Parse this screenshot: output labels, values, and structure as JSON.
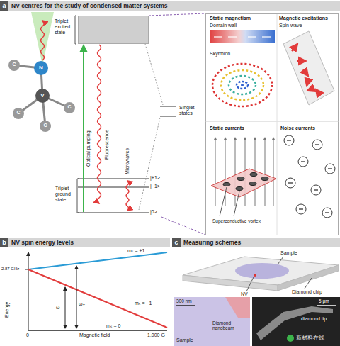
{
  "diagram": {
    "nodes": [
      {
        "text": [
          "NV centres for the study of condensed matter systems"
        ]
      },
      {
        "text": [
          "Triplet excited state"
        ]
      },
      {
        "text": [
          "NV spin energy levels"
        ]
      },
      {
        "text": [
          "Measuring schemes"
        ]
      }
    ],
    "labels": [
      "a",
      "Triplet ground state",
      "Optical pumping",
      "Fluorescence",
      "Microwaves",
      "Singlet states",
      "|+1>",
      "|−1>",
      "|0>",
      "N",
      "V",
      "C",
      "C",
      "C",
      "C",
      "Static magnetism",
      "Domain wall",
      "Skyrmion",
      "Magnetic excitations",
      "Spin wave",
      "Static currents",
      "Superconductive vortex",
      "Noise currents",
      "b",
      "Energy",
      "2.87 GHz",
      "0",
      "Magnetic field",
      "1,000 G",
      "mₛ = +1",
      "mₛ = −1",
      "mₛ = 0",
      "ω₊",
      "ω₋",
      "c",
      "Sample",
      "Diamond chip",
      "NV",
      "300 nm",
      "Sample",
      "Diamond nanobeam",
      "5 μm",
      "diamond tip",
      "新材料在线"
    ]
  }
}
